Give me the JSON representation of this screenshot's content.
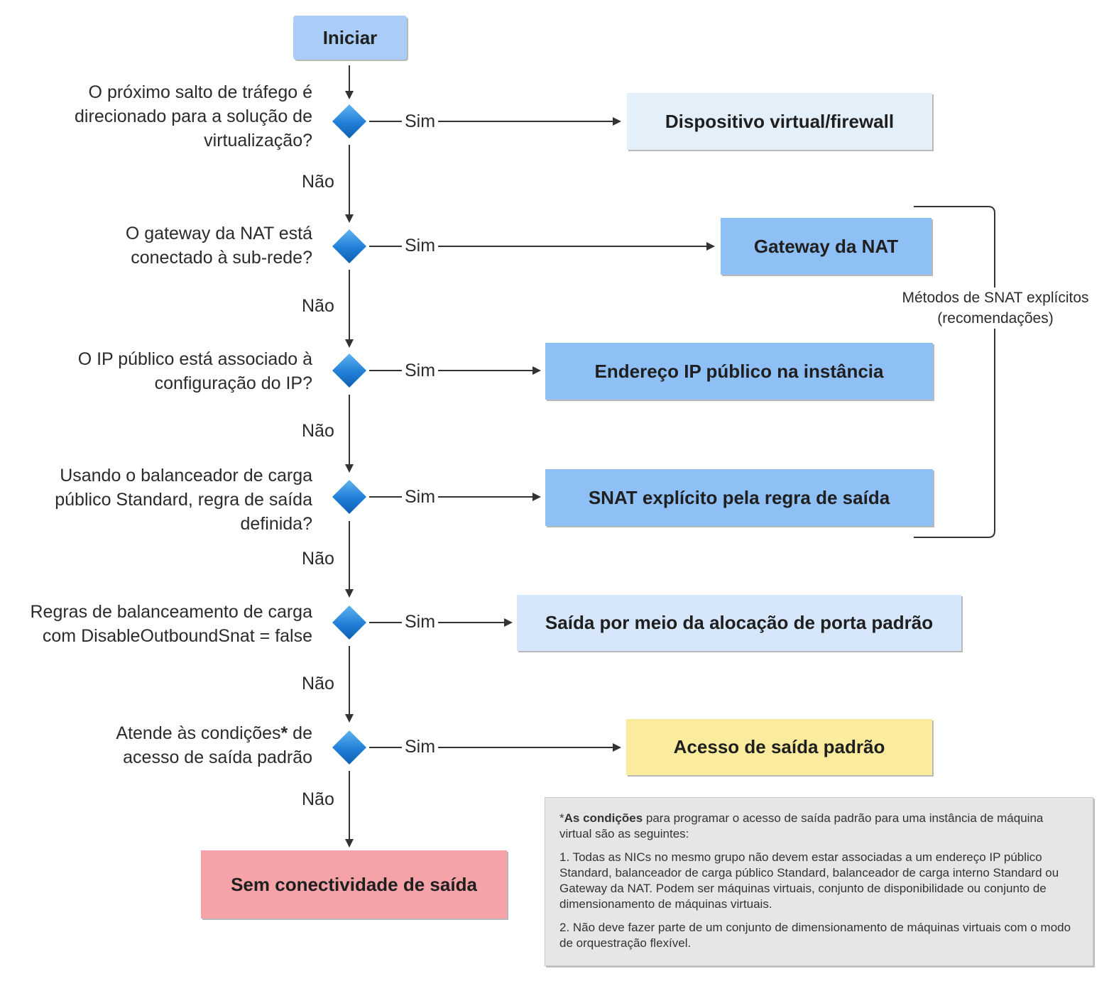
{
  "start": {
    "label": "Iniciar"
  },
  "branch_labels": {
    "yes": "Sim",
    "no": "Não"
  },
  "questions": [
    {
      "text": "O próximo salto de tráfego é direcionado para a solução de virtualização?"
    },
    {
      "text": "O gateway da NAT está conectado à sub-rede?"
    },
    {
      "text": "O IP público está associado à configuração do IP?"
    },
    {
      "text": "Usando o balanceador de carga público Standard, regra de saída definida?"
    },
    {
      "text": "Regras de balanceamento de carga com DisableOutboundSnat = false"
    },
    {
      "text_before": "Atende às condições",
      "asterisk": "*",
      "text_after": " de acesso de saída padrão"
    }
  ],
  "outcomes": [
    {
      "label": "Dispositivo virtual/firewall",
      "color": "#e3eff9"
    },
    {
      "label": "Gateway da NAT",
      "color": "#8fc0f5"
    },
    {
      "label": "Endereço IP público na instância",
      "color": "#8fc0f5"
    },
    {
      "label": "SNAT explícito pela regra de saída",
      "color": "#8fc0f5"
    },
    {
      "label": "Saída por meio da alocação de porta padrão",
      "color": "#d6e7fb"
    },
    {
      "label": "Acesso de saída padrão",
      "color": "#fbeb9c"
    }
  ],
  "end": {
    "label": "Sem conectividade de saída",
    "color": "#f5a3a8"
  },
  "brace": {
    "line1": "Métodos de SNAT explícitos",
    "line2": "(recomendações)"
  },
  "note": {
    "intro_prefix": "*",
    "intro_bold": "As condições",
    "intro_rest": " para programar o acesso de saída padrão para uma instância de máquina virtual são as seguintes:",
    "item1": "1. Todas as NICs no mesmo grupo não devem estar associadas a um endereço IP público Standard, balanceador de carga público Standard, balanceador de carga interno Standard ou Gateway da NAT. Podem ser máquinas virtuais, conjunto de disponibilidade ou conjunto de dimensionamento de máquinas virtuais.",
    "item2": "2. Não deve fazer parte de um conjunto de dimensionamento de máquinas virtuais com o modo de orquestração flexível."
  }
}
